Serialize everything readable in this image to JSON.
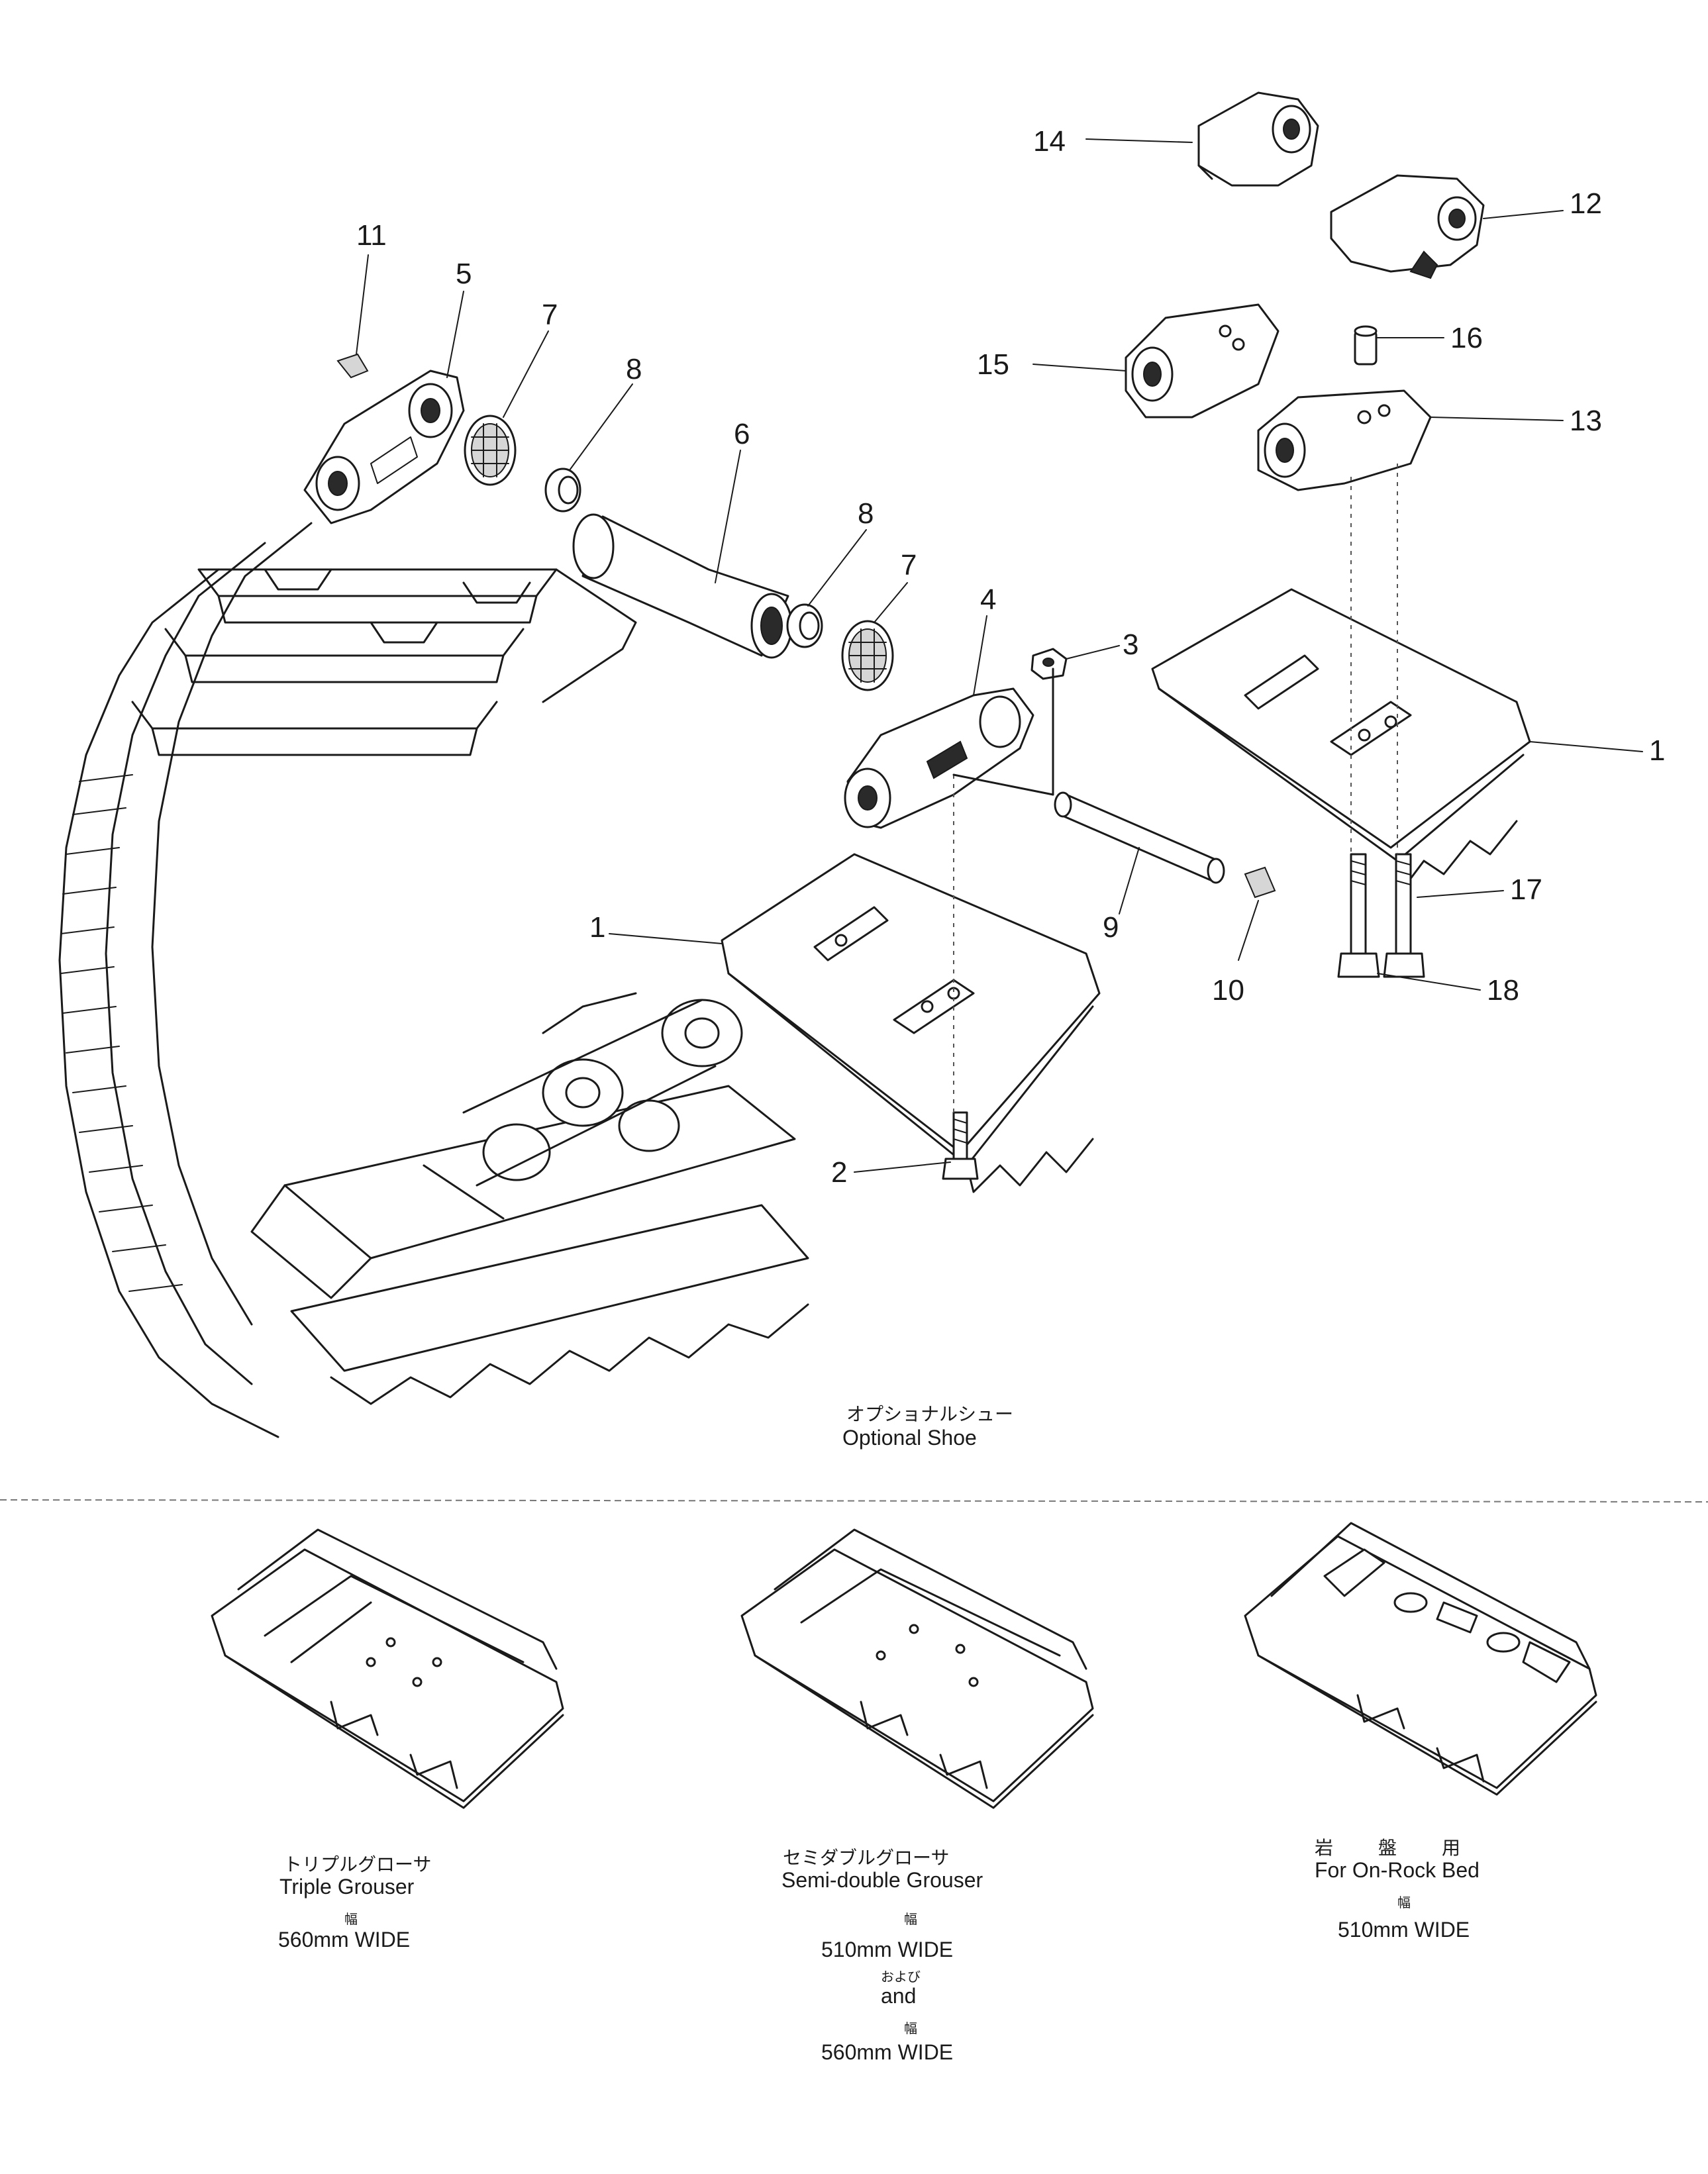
{
  "callouts": {
    "c14": "14",
    "c12": "12",
    "c11": "11",
    "c5": "5",
    "c7a": "7",
    "c8a": "8",
    "c6": "6",
    "c8b": "8",
    "c7b": "7",
    "c4": "4",
    "c3": "3",
    "c15": "15",
    "c16": "16",
    "c13": "13",
    "c1a": "1",
    "c1b": "1",
    "c9": "9",
    "c10": "10",
    "c17": "17",
    "c18": "18",
    "c2": "2"
  },
  "optional_shoe": {
    "jp": "オプショナルシュー",
    "en": "Optional Shoe"
  },
  "variants": [
    {
      "jp": "トリプルグローサ",
      "name": "Triple Grouser",
      "width_jp": "幅",
      "width": "560mm WIDE"
    },
    {
      "jp": "セミダブルグローサ",
      "name": "Semi-double Grouser",
      "width_jp": "幅",
      "width": "510mm WIDE",
      "and_jp": "および",
      "and": "and",
      "width2_jp": "幅",
      "width2": "560mm WIDE"
    },
    {
      "jp": "岩　盤　用",
      "name": "For On-Rock Bed",
      "width_jp": "幅",
      "width": "510mm WIDE"
    }
  ]
}
